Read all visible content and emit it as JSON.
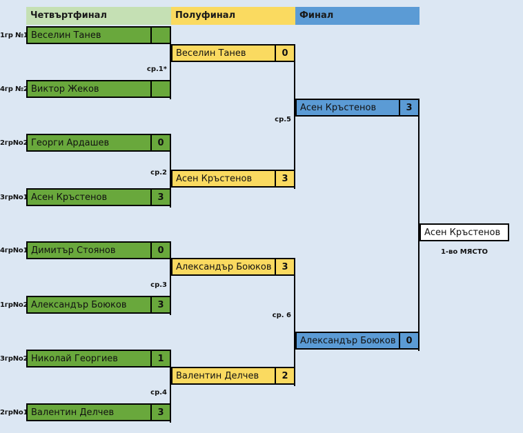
{
  "headers": [
    {
      "label": "Четвъртфинал",
      "color": "#c5e0b4"
    },
    {
      "label": "Полуфинал",
      "color": "#fada60"
    },
    {
      "label": "Финал",
      "color": "#5b9bd5"
    }
  ],
  "quarterfinals": [
    {
      "seed": "1гр №1",
      "name": "Веселин Танев",
      "score": ""
    },
    {
      "seed": "4гр №2",
      "name": "Виктор Жеков",
      "score": ""
    },
    {
      "seed": "2грNo2",
      "name": "Георги Ардашев",
      "score": "0"
    },
    {
      "seed": "3грNo1",
      "name": "Асен Кръстенов",
      "score": "3"
    },
    {
      "seed": "4грNo1",
      "name": "Димитър Стоянов",
      "score": "0"
    },
    {
      "seed": "1грNo2",
      "name": "Александър Боюков",
      "score": "3"
    },
    {
      "seed": "3грNo2",
      "name": "Николай Георгиев",
      "score": "1"
    },
    {
      "seed": "2грNo1",
      "name": "Валентин Делчев",
      "score": "3"
    }
  ],
  "semifinals": [
    {
      "name": "Веселин Танев",
      "score": "0"
    },
    {
      "name": "Асен Кръстенов",
      "score": "3"
    },
    {
      "name": "Александър Боюков",
      "score": "3"
    },
    {
      "name": "Валентин Делчев",
      "score": "2"
    }
  ],
  "final": [
    {
      "name": "Асен Кръстенов",
      "score": "3"
    },
    {
      "name": "Александър Боюков",
      "score": "0"
    }
  ],
  "champion": {
    "name": "Асен Кръстенов",
    "caption": "1-во МЯСТО"
  },
  "match_labels": [
    {
      "label": "ср.1*"
    },
    {
      "label": "ср.2"
    },
    {
      "label": "ср.3"
    },
    {
      "label": "ср.4"
    },
    {
      "label": "ср.5"
    },
    {
      "label": "ср. 6"
    }
  ],
  "colors": {
    "background": "#dce7f3",
    "quarterfinal": "#69a83c",
    "quarterfinal_header": "#c5e0b4",
    "semifinal": "#fada60",
    "final": "#5b9bd5",
    "champion": "#ffffff",
    "border": "#000000"
  }
}
